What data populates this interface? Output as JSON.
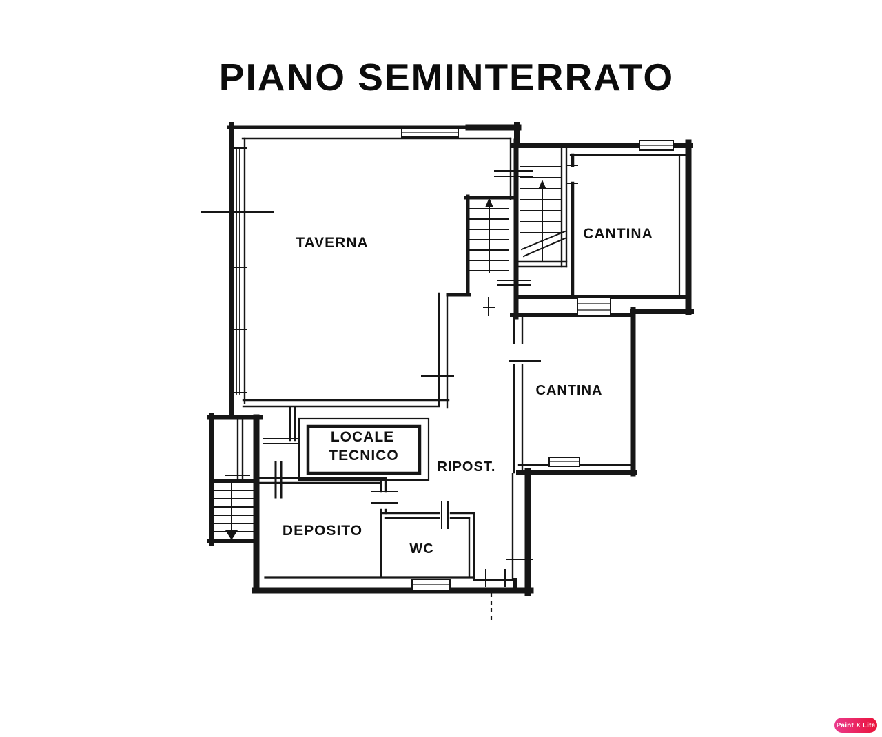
{
  "title": "PIANO SEMINTERRATO",
  "plan": {
    "ink_color": "#161616",
    "rooms": {
      "taverna": "TAVERNA",
      "cantina_upper": "CANTINA",
      "cantina_lower": "CANTINA",
      "locale_tecnico_line1": "LOCALE",
      "locale_tecnico_line2": "TECNICO",
      "ripost": "RIPOST.",
      "deposito": "DEPOSITO",
      "wc": "WC"
    }
  },
  "watermark": {
    "label": "Paint X Lite",
    "gradient_left": "#ea3a8c",
    "gradient_right": "#ea1239",
    "text_color": "#ffffff"
  }
}
